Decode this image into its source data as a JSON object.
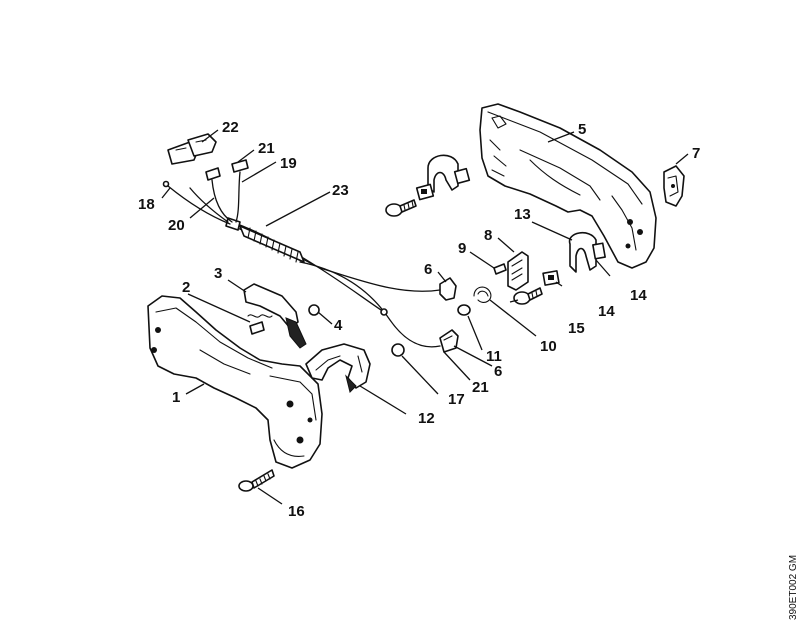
{
  "callouts": [
    {
      "id": "c1",
      "label": "1"
    },
    {
      "id": "c2",
      "label": "2"
    },
    {
      "id": "c3",
      "label": "3"
    },
    {
      "id": "c4",
      "label": "4"
    },
    {
      "id": "c5",
      "label": "5"
    },
    {
      "id": "c6a",
      "label": "6"
    },
    {
      "id": "c6b",
      "label": "6"
    },
    {
      "id": "c7",
      "label": "7"
    },
    {
      "id": "c8",
      "label": "8"
    },
    {
      "id": "c9",
      "label": "9"
    },
    {
      "id": "c10",
      "label": "10"
    },
    {
      "id": "c11",
      "label": "11"
    },
    {
      "id": "c12",
      "label": "12"
    },
    {
      "id": "c13",
      "label": "13"
    },
    {
      "id": "c14a",
      "label": "14"
    },
    {
      "id": "c14b",
      "label": "14"
    },
    {
      "id": "c15",
      "label": "15"
    },
    {
      "id": "c16",
      "label": "16"
    },
    {
      "id": "c17",
      "label": "17"
    },
    {
      "id": "c18",
      "label": "18"
    },
    {
      "id": "c19",
      "label": "19"
    },
    {
      "id": "c20",
      "label": "20"
    },
    {
      "id": "c21a",
      "label": "21"
    },
    {
      "id": "c21b",
      "label": "21"
    },
    {
      "id": "c22",
      "label": "22"
    },
    {
      "id": "c23",
      "label": "23"
    }
  ],
  "drawing_code": "390ET002 GM"
}
